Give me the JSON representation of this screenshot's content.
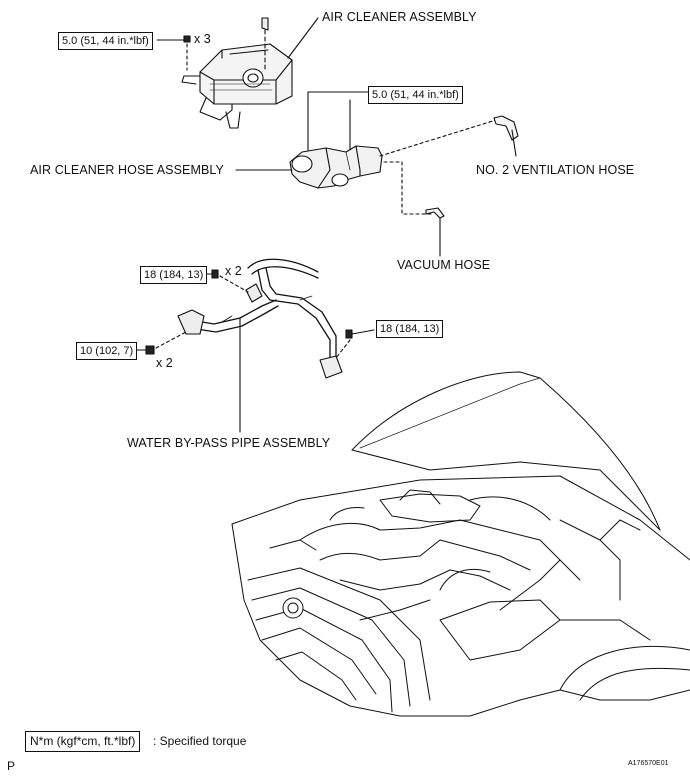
{
  "labels": {
    "air_cleaner_assembly": "AIR CLEANER ASSEMBLY",
    "air_cleaner_hose_assembly": "AIR CLEANER HOSE ASSEMBLY",
    "no2_ventilation_hose": "NO. 2 VENTILATION HOSE",
    "vacuum_hose": "VACUUM HOSE",
    "water_bypass_pipe_assembly": "WATER BY-PASS PIPE ASSEMBLY"
  },
  "torques": {
    "air_cleaner_bolts": "5.0 (51, 44 in.*lbf)",
    "air_cleaner_hose_clamps": "5.0 (51, 44 in.*lbf)",
    "pipe_upper_bolt": "18 (184, 13)",
    "pipe_right_bolt": "18 (184, 13)",
    "pipe_left_bolt": "10 (102, 7)"
  },
  "multipliers": {
    "air_cleaner_bolts": "x 3",
    "pipe_upper_bolt": "x 2",
    "pipe_left_bolt": "x 2"
  },
  "legend": {
    "box": "N*m (kgf*cm, ft.*lbf)",
    "text": ": Specified torque"
  },
  "footer": {
    "corner_letter": "P",
    "figure_id": "A176570E01"
  }
}
